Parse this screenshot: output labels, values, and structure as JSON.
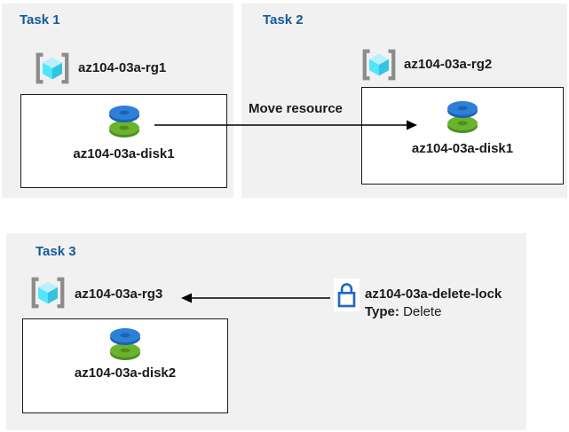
{
  "panels": [
    {
      "title": "Task 1",
      "resource_group": "az104-03a-rg1",
      "resource": "az104-03a-disk1"
    },
    {
      "title": "Task 2",
      "resource_group": "az104-03a-rg2",
      "resource": "az104-03a-disk1"
    },
    {
      "title": "Task 3",
      "resource_group": "az104-03a-rg3",
      "resource": "az104-03a-disk2"
    }
  ],
  "move_arrow": {
    "label": "Move resource"
  },
  "delete_lock": {
    "name": "az104-03a-delete-lock",
    "type_label": "Type:",
    "type_value": "Delete"
  },
  "colors": {
    "panel_bg": "#f1f1f1",
    "heading": "#135a9e",
    "lock_blue": "#2166cb",
    "disk_blue": "#2e7fd6",
    "disk_green": "#69b32d",
    "cube_cyan": "#50e6ff",
    "bracket_gray": "#8c8c8c",
    "arrow": "#000000"
  }
}
